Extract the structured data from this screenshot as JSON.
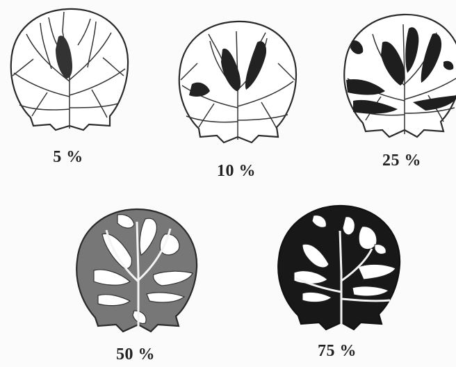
{
  "panels": [
    {
      "label": "5 %",
      "severity": 0.05,
      "shade": "#333333"
    },
    {
      "label": "10 %",
      "severity": 0.1,
      "shade": "#222222"
    },
    {
      "label": "25 %",
      "severity": 0.25,
      "shade": "#1e1e1e"
    },
    {
      "label": "50 %",
      "severity": 0.5,
      "shade": "#777777"
    },
    {
      "label": "75 %",
      "severity": 0.75,
      "shade": "#181818"
    }
  ],
  "colors": {
    "outline": "#2a2a2a",
    "leaf_fill": "#ffffff",
    "vein": "#333333",
    "background": "#fbfbfb"
  }
}
